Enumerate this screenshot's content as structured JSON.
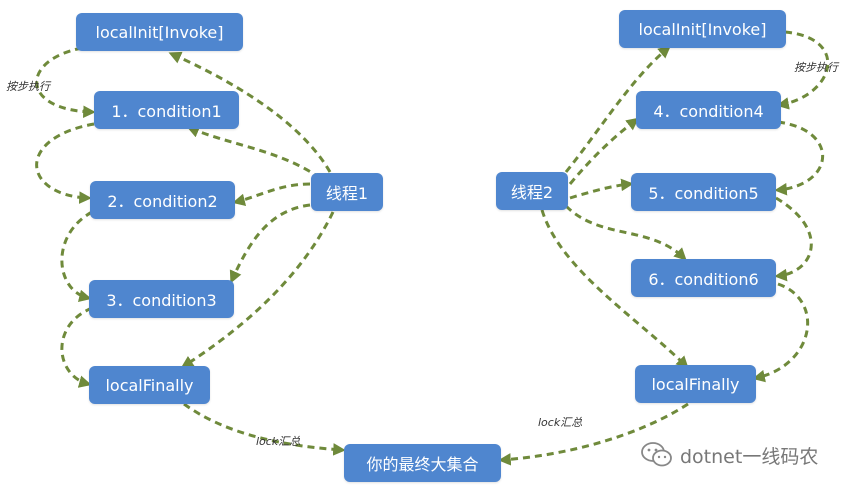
{
  "colors": {
    "node_fill": "#4f86cf",
    "node_text": "#ffffff",
    "arrow": "#6f8a3b"
  },
  "nodes": {
    "init_left": "localInit[Invoke]",
    "c1": "1．condition1",
    "c2": "2．condition2",
    "c3": "3．condition3",
    "finally_left": "localFinally",
    "thread1": "线程1",
    "init_right": "localInit[Invoke]",
    "c4": "4．condition4",
    "c5": "5．condition5",
    "c6": "6．condition6",
    "thread2": "线程2",
    "finally_right": "localFinally",
    "collection": "你的最终大集合"
  },
  "labels": {
    "step_left": "按步执行",
    "step_right": "按步执行",
    "lock_left": "lock汇总",
    "lock_right": "lock汇总"
  },
  "watermark": {
    "text": "dotnet一线码农",
    "icon": "wechat-icon"
  }
}
